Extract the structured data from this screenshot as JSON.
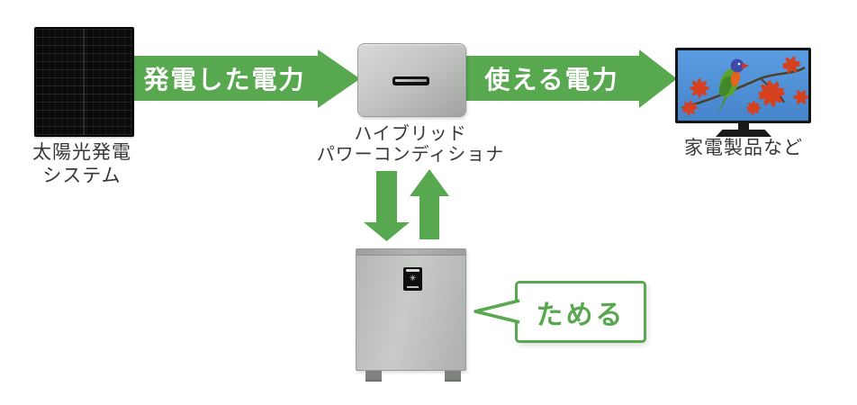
{
  "solar": {
    "line1": "太陽光発電",
    "line2": "システム"
  },
  "arrows": {
    "generated": "発電した電力",
    "usable": "使える電力"
  },
  "conditioner": {
    "line1": "ハイブリッド",
    "line2": "パワーコンディショナ"
  },
  "appliances": {
    "label": "家電製品など"
  },
  "bubble": {
    "label": "ためる"
  },
  "colors": {
    "green": "#57a84e",
    "label_text": "#3a3636",
    "arrow_text": "#ffffff"
  }
}
